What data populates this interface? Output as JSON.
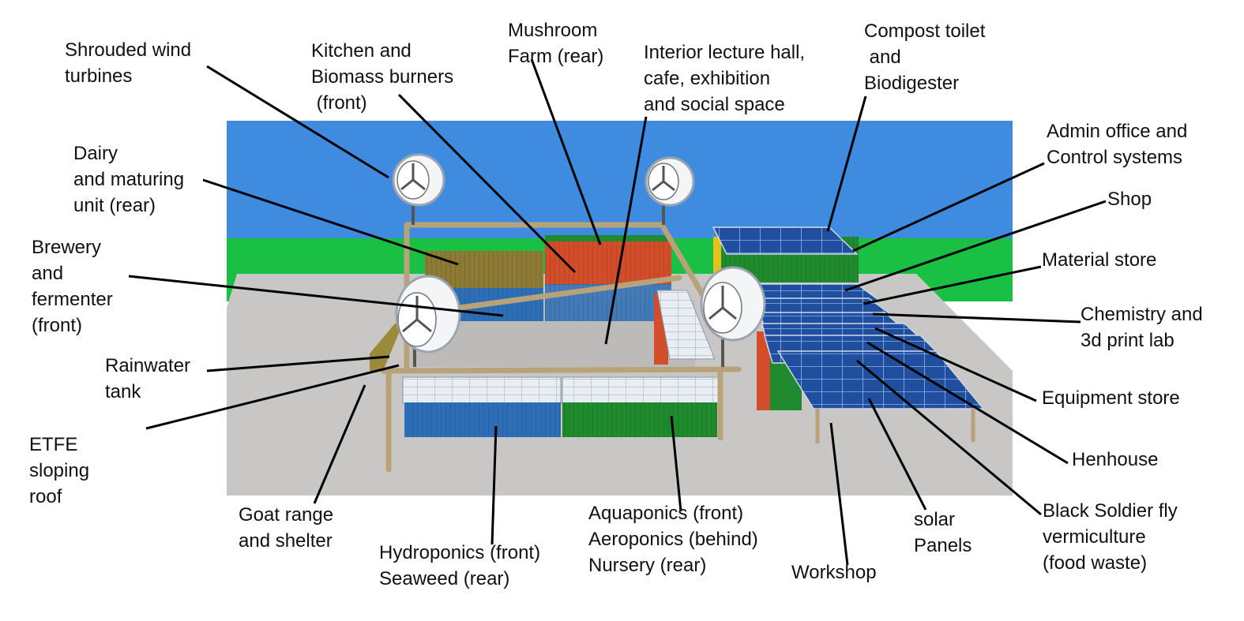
{
  "colors": {
    "sky": "#3f8be0",
    "grass": "#19c043",
    "ground": "#c9c7c5",
    "frame": "#b8a27a",
    "panel": "#1f4f9e",
    "panel_line": "#8fb3e6",
    "container_blue": "#2d6fb6",
    "container_green": "#1f8a2e",
    "container_red": "#d24e2b",
    "container_olive": "#8c7a35",
    "leader": "#000000"
  },
  "labels": {
    "wind_turbines": [
      "Shrouded wind",
      "turbines"
    ],
    "kitchen": [
      "Kitchen and",
      "Biomass burners",
      " (front)"
    ],
    "mushroom": [
      "Mushroom",
      "Farm (rear)"
    ],
    "lecture": [
      "Interior lecture hall,",
      "cafe, exhibition",
      "and social space"
    ],
    "compost": [
      "Compost toilet",
      " and",
      "Biodigester"
    ],
    "admin": [
      "Admin office and",
      "Control systems"
    ],
    "shop": [
      "Shop"
    ],
    "material": [
      "Material store"
    ],
    "chemistry": [
      "Chemistry and",
      "3d print lab"
    ],
    "equipment": [
      "Equipment store"
    ],
    "henhouse": [
      "Henhouse"
    ],
    "soldier_fly": [
      "Black Soldier fly",
      "vermiculture",
      "(food waste)"
    ],
    "solar": [
      "solar",
      "Panels"
    ],
    "workshop": [
      "Workshop"
    ],
    "aquaponics": [
      "Aquaponics (front)",
      "Aeroponics (behind)",
      "Nursery (rear)"
    ],
    "hydroponics": [
      "Hydroponics (front)",
      "Seaweed (rear)"
    ],
    "goat": [
      "Goat range",
      "and shelter"
    ],
    "etfe": [
      "ETFE",
      "sloping",
      "roof"
    ],
    "rainwater": [
      "Rainwater",
      "tank"
    ],
    "brewery": [
      "Brewery",
      "and",
      "fermenter",
      "(front)"
    ],
    "dairy": [
      "Dairy",
      "and maturing",
      "unit (rear)"
    ]
  }
}
